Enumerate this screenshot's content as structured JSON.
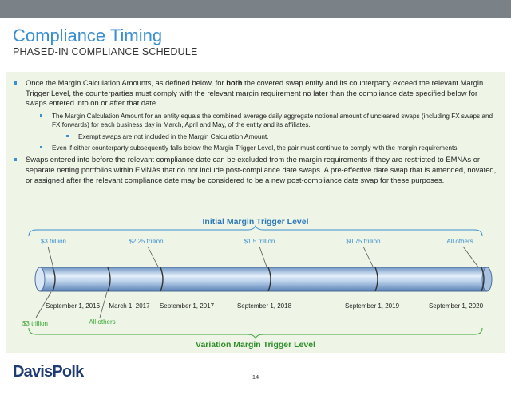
{
  "header": {
    "title": "Compliance Timing",
    "subtitle": "PHASED-IN COMPLIANCE SCHEDULE"
  },
  "bullets": {
    "b1_pre": "Once the Margin Calculation Amounts, as defined below, for ",
    "b1_bold": "both",
    "b1_post": " the covered swap entity and its counterparty exceed the relevant Margin Trigger Level, the counterparties must comply with the relevant margin requirement no later than the compliance date specified below for swaps entered into on or after that date.",
    "b1a": "The Margin Calculation Amount for an entity equals the combined average daily aggregate notional amount of uncleared swaps (including FX swaps and FX forwards) for each business day in March, April and May, of the entity and its affiliates.",
    "b1a_i": "Exempt swaps are not included in the Margin Calculation Amount.",
    "b1b": "Even if either counterparty subsequently falls below the Margin Trigger Level, the pair must continue to comply with the margin requirements.",
    "b2": "Swaps entered into before the relevant compliance date can be excluded from the margin requirements if they are restricted to EMNAs or separate netting portfolios within EMNAs that do not include post-compliance date swaps.  A pre-effective date swap that is amended, novated, or assigned after the relevant compliance date may be considered to be a new post-compliance date swap for these purposes."
  },
  "timeline": {
    "im_title": "Initial Margin Trigger Level",
    "vm_title": "Variation Margin Trigger Level",
    "im_levels": [
      "$3 trillion",
      "$2.25 trillion",
      "$1.5 trillion",
      "$0.75 trillion",
      "All others"
    ],
    "dates": [
      "September 1, 2016",
      "March 1, 2017",
      "September 1, 2017",
      "September 1, 2018",
      "September 1, 2019",
      "September 1, 2020"
    ],
    "vm_levels": [
      "$3 trillion",
      "All others"
    ],
    "colors": {
      "im_blue": "#3a8fd0",
      "vm_green": "#3aa535",
      "title_blue": "#2f79b8",
      "title_green": "#2f8f2a"
    }
  },
  "footer": {
    "logo": "DavisPolk",
    "page_number": "14"
  }
}
